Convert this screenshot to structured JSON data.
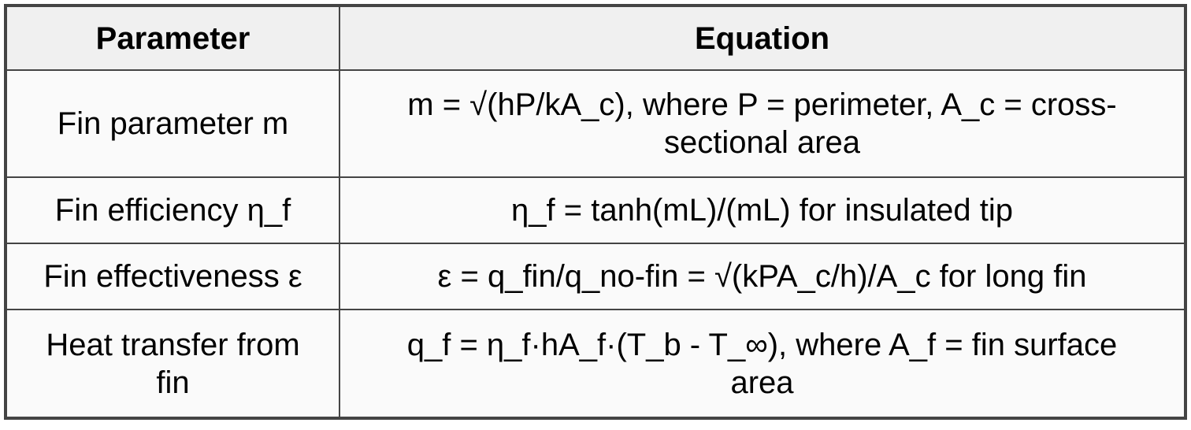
{
  "table": {
    "columns": [
      {
        "label": "Parameter"
      },
      {
        "label": "Equation"
      }
    ],
    "rows": [
      {
        "parameter": "Fin parameter m",
        "equation": "m = √(hP/kA_c), where P = perimeter, A_c = cross-sectional area"
      },
      {
        "parameter": "Fin efficiency η_f",
        "equation": "η_f = tanh(mL)/(mL) for insulated tip"
      },
      {
        "parameter": "Fin effectiveness ε",
        "equation": "ε = q_fin/q_no-fin = √(kPA_c/h)/A_c for long fin"
      },
      {
        "parameter": "Heat transfer from fin",
        "equation": "q_f = η_f·hA_f·(T_b - T_∞), where A_f = fin surface area"
      }
    ],
    "colors": {
      "header_background": "#f0f0f0",
      "row_background": "#fafafa",
      "border": "#444444",
      "text": "#000000",
      "page_background": "#ffffff"
    }
  }
}
